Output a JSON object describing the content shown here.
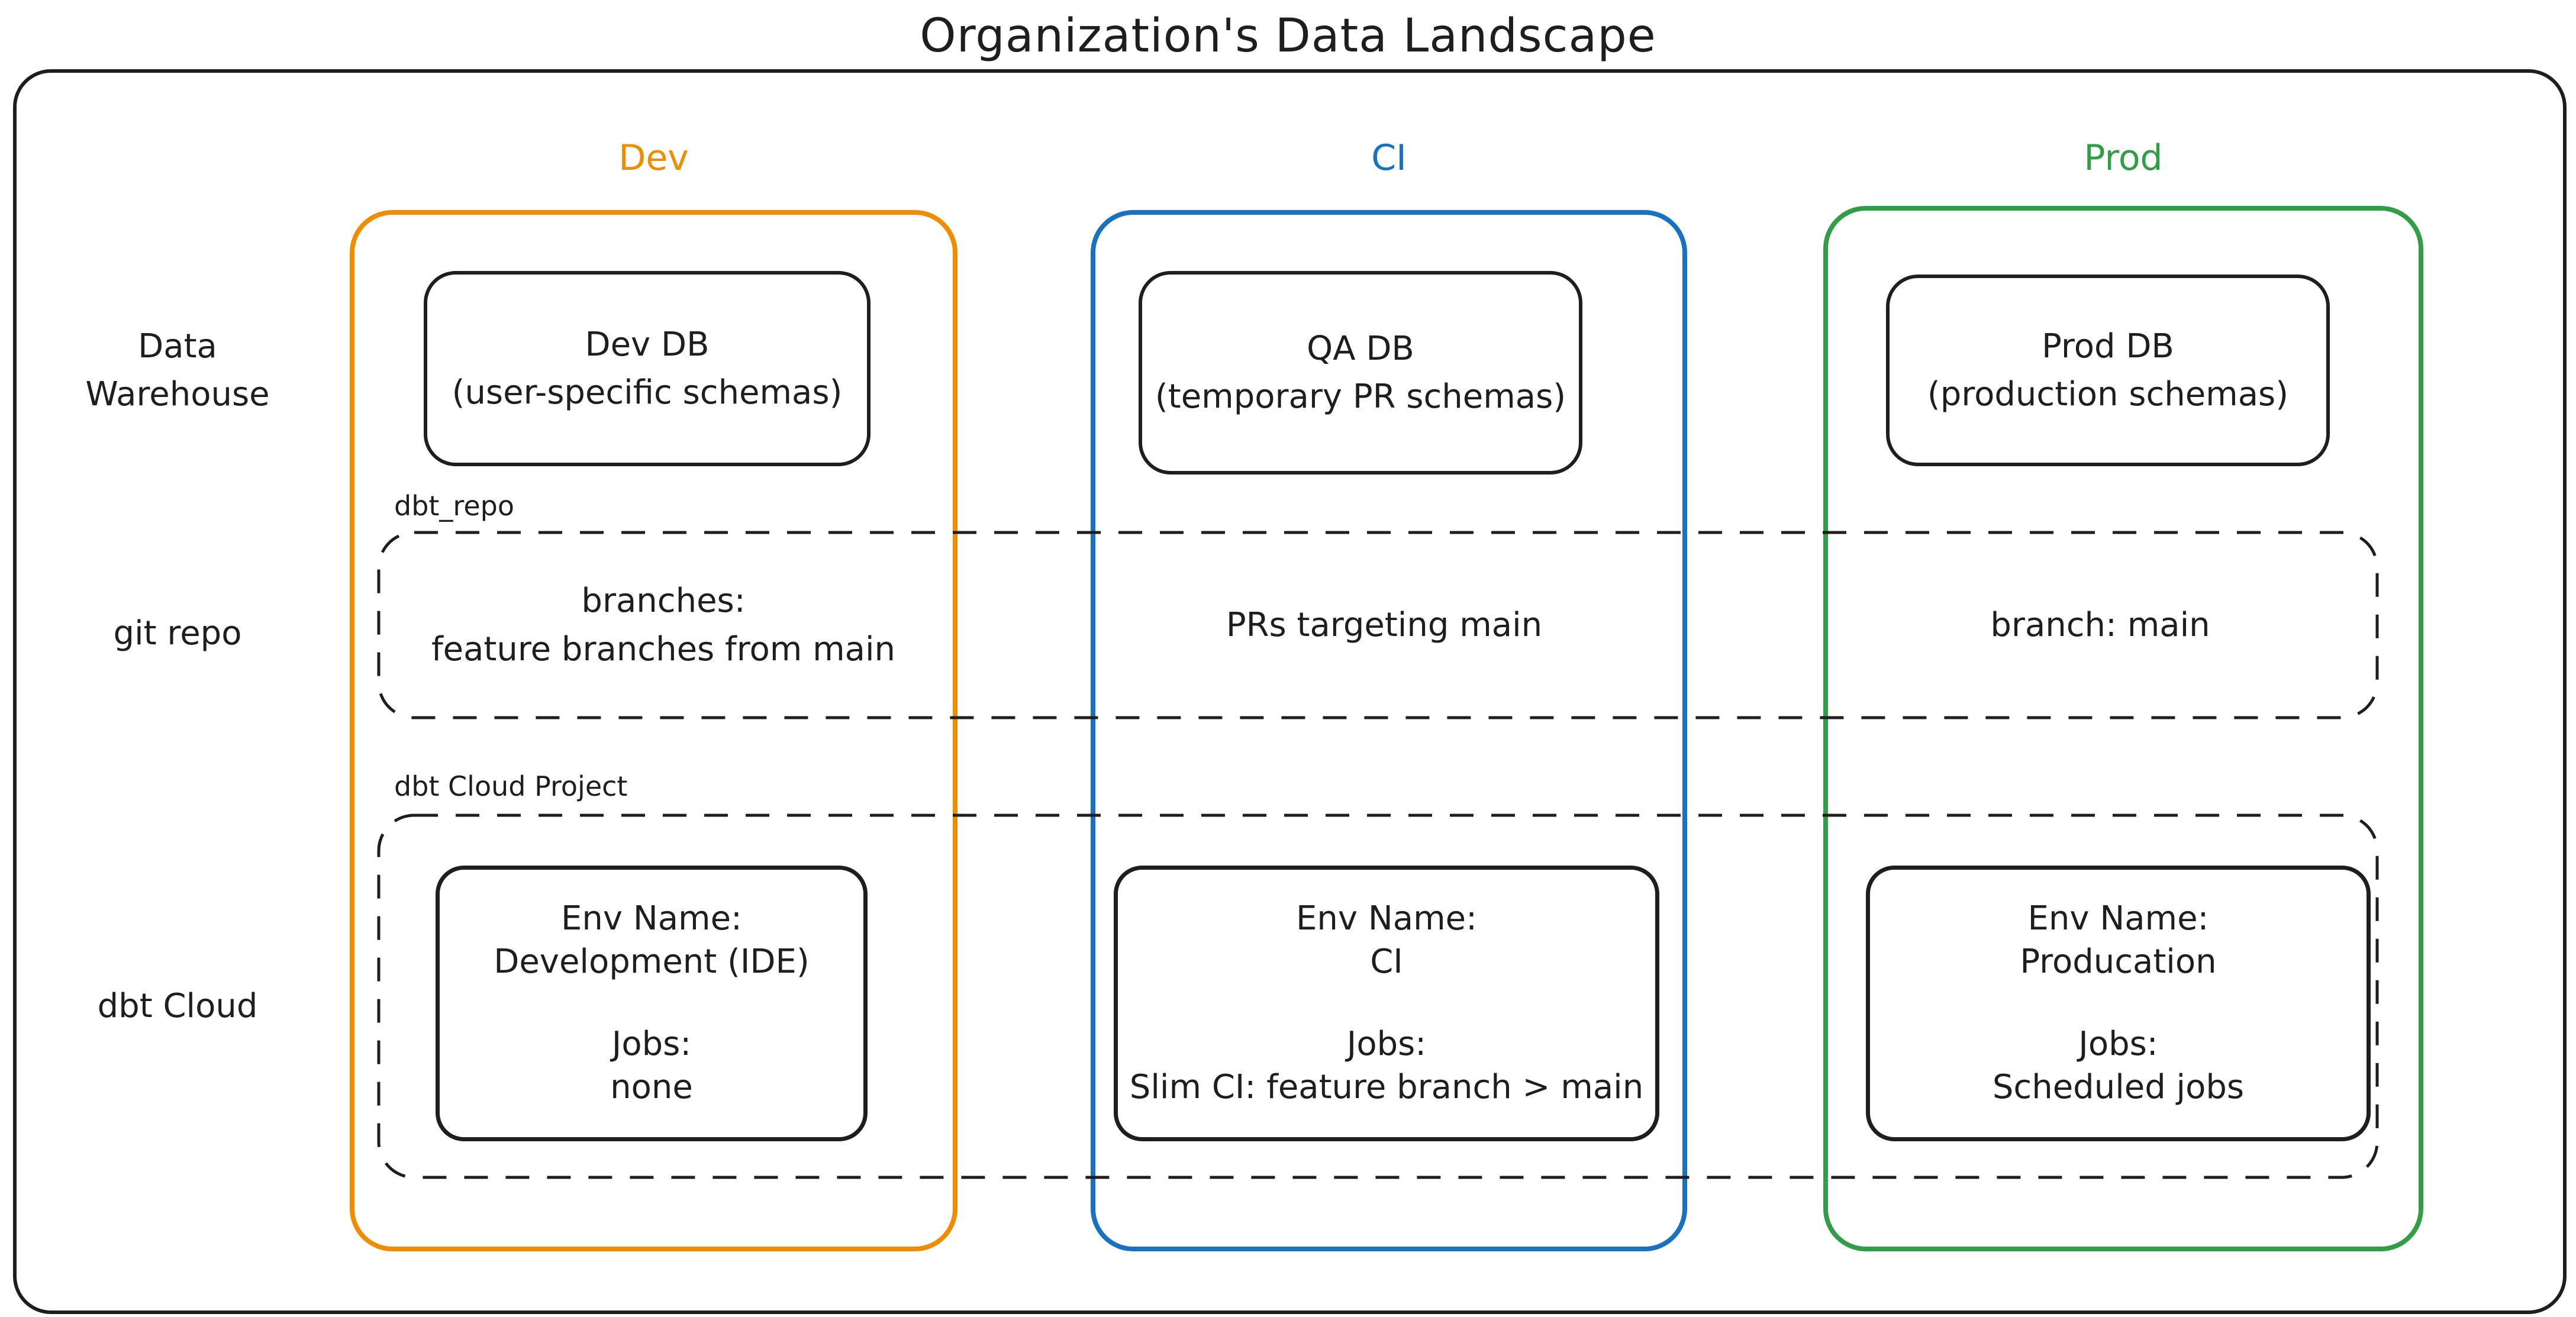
{
  "title": "Organization's Data Landscape",
  "colors": {
    "dev": "#f08c00",
    "ci": "#1971c2",
    "prod": "#2f9e44",
    "ink": "#1e1e1e"
  },
  "row_labels": {
    "warehouse": "Data\nWarehouse",
    "git": "git repo",
    "dbt": "dbt Cloud"
  },
  "group_labels": {
    "git_repo": "dbt_repo",
    "dbt_project": "dbt Cloud Project"
  },
  "columns": {
    "dev": {
      "header": "Dev",
      "db": "Dev DB\n(user-specific schemas)",
      "git": "branches:\nfeature branches from main",
      "env": "Env Name:\nDevelopment (IDE)",
      "jobs": "Jobs:\nnone"
    },
    "ci": {
      "header": "CI",
      "db": "QA DB\n(temporary PR schemas)",
      "git": "PRs targeting main",
      "env": "Env Name:\nCI",
      "jobs": "Jobs:\nSlim CI: feature branch > main"
    },
    "prod": {
      "header": "Prod",
      "db": "Prod DB\n(production schemas)",
      "git": "branch: main",
      "env": "Env Name:\nProducation",
      "jobs": "Jobs:\nScheduled jobs"
    }
  }
}
